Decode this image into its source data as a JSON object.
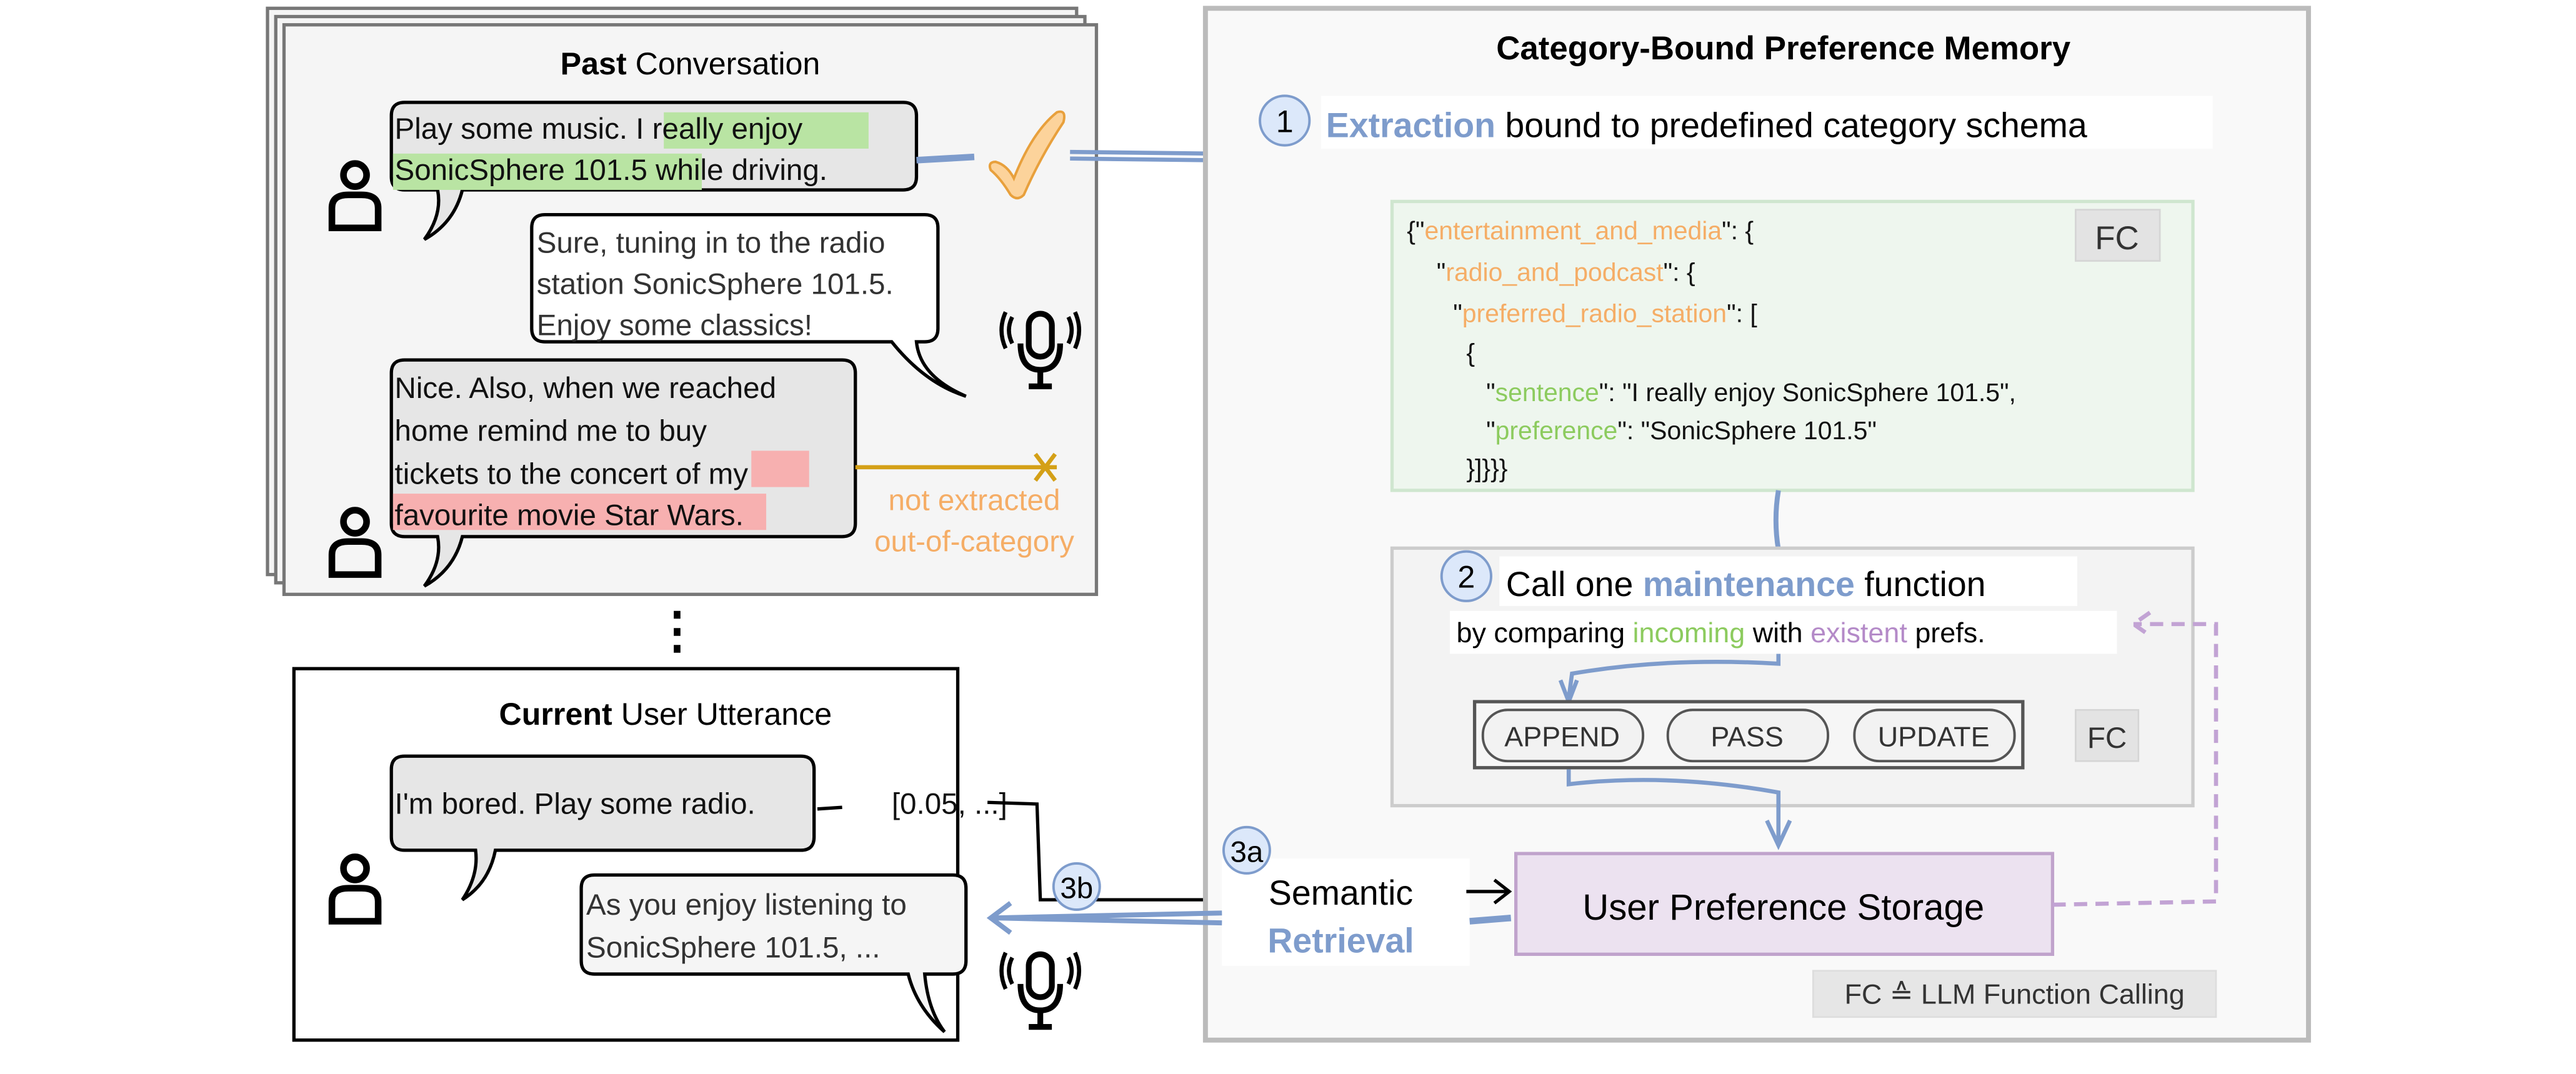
{
  "past": {
    "title_bold": "Past",
    "title_rest": " Conversation",
    "msg1": {
      "plain1": "Play some music. ",
      "hl1": "I really enjoy",
      "hl2": "SonicSphere 101.5",
      "plain2": " while driving."
    },
    "reply1": [
      "Sure, tuning in to the radio",
      "station SonicSphere 101.5.",
      "Enjoy some classics!"
    ],
    "msg2": {
      "l1": "Nice. Also, when we reached",
      "l2": "home remind me to buy",
      "l3a": "tickets to the concert of ",
      "l3b": "my",
      "l4a": "favourite movie Star Wars",
      "l4b": "."
    },
    "not_extracted": [
      "not extracted",
      "out-of-category"
    ],
    "ellipsis": "⋮"
  },
  "current": {
    "title_bold": "Current",
    "title_rest": " User Utterance",
    "msg": "I'm bored. Play some radio.",
    "embedding": "[0.05, ...]",
    "reply": [
      "As you enjoy listening to",
      "SonicSphere 101.5, ..."
    ]
  },
  "memory": {
    "title": "Category-Bound Preference Memory",
    "step1": {
      "num": "1",
      "highlight": "Extraction",
      "rest": " bound to predefined category schema"
    },
    "json": {
      "l1a": "{\"",
      "l1b": "entertainment_and_media",
      "l1c": "\": {",
      "l2a": "\"",
      "l2b": "radio_and_podcast",
      "l2c": "\": {",
      "l3a": "\"",
      "l3b": "preferred_radio_station",
      "l3c": "\": [",
      "l4": "{",
      "l5a": "\"",
      "l5b": "sentence",
      "l5c": "\": \"I really enjoy SonicSphere 101.5\",",
      "l6a": "\"",
      "l6b": "preference",
      "l6c": "\": \"SonicSphere 101.5\"",
      "l7": "}]}}}"
    },
    "fc": "FC",
    "step2": {
      "num": "2",
      "a": "Call one ",
      "highlight": "maintenance",
      "b": " function",
      "c": "by comparing ",
      "incoming": "incoming",
      "d": " with ",
      "existent": "existent",
      "e": " prefs."
    },
    "functions": [
      "APPEND",
      "PASS",
      "UPDATE"
    ],
    "storage": "User Preference Storage",
    "step3a": "3a",
    "step3b": "3b",
    "retrieval": {
      "a": "Semantic",
      "b": "Retrieval"
    },
    "legend": "FC ≙ LLM Function Calling"
  },
  "colors": {
    "blue": "#7e9ccc",
    "green_highlight": "#b9e4a3",
    "red_highlight": "#f7b0b0",
    "orange": "#f5ad66",
    "gold": "#d4a017",
    "purple": "#b48ac8"
  },
  "icons": [
    "user-icon",
    "microphone-icon",
    "checkmark-icon",
    "cross-icon"
  ]
}
